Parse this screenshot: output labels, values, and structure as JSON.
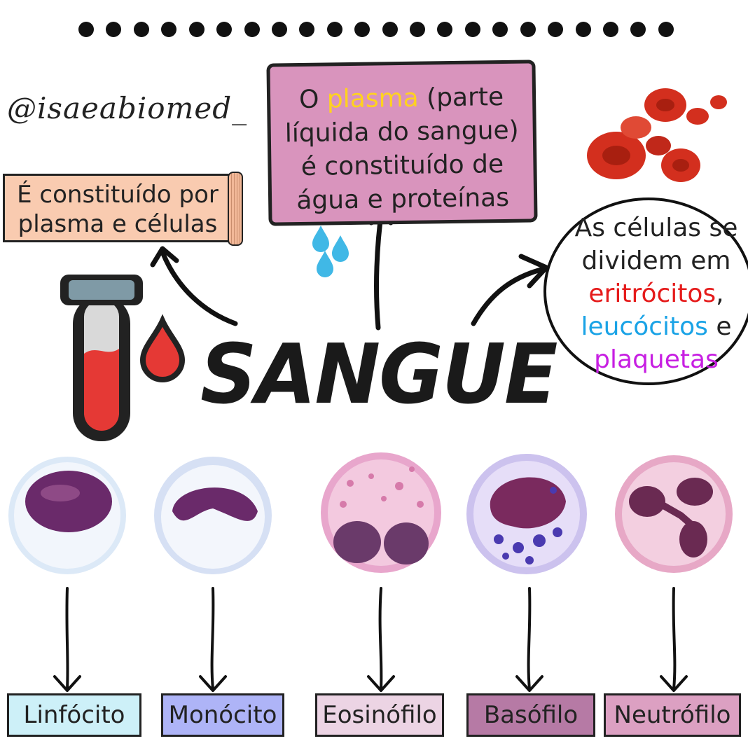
{
  "handle": "@isaeabiomed_",
  "left_note": {
    "lines": [
      "É constituído por",
      "plasma e células"
    ]
  },
  "plasma_note": {
    "part1": "O ",
    "highlight": "plasma",
    "part2": " (parte",
    "line2": "líquida do sangue)",
    "line3": "é constituído de",
    "line4": "água e proteínas"
  },
  "cells_note": {
    "line1": "As células se",
    "line2": "dividem em",
    "erythro": "eritrócitos",
    "comma": ",",
    "leuco": "leucócitos",
    "conj": " e",
    "plaque": "plaquetas"
  },
  "title": "SANGUE",
  "leukocytes": [
    {
      "label": "Linfócito",
      "bg": "#cdf0f8"
    },
    {
      "label": "Monócito",
      "bg": "#aeb4f7"
    },
    {
      "label": "Eosinófilo",
      "bg": "#ecd4e4"
    },
    {
      "label": "Basófilo",
      "bg": "#b67aa5"
    },
    {
      "label": "Neutrófilo",
      "bg": "#dca0c2"
    }
  ],
  "colors": {
    "plasma_highlight": "#ffd21f",
    "erythrocytes": "#e51b1b",
    "leukocytes": "#1aa3e6",
    "platelets": "#c71fe2",
    "blood_red": "#e53935",
    "water_blue": "#40b8e6"
  }
}
